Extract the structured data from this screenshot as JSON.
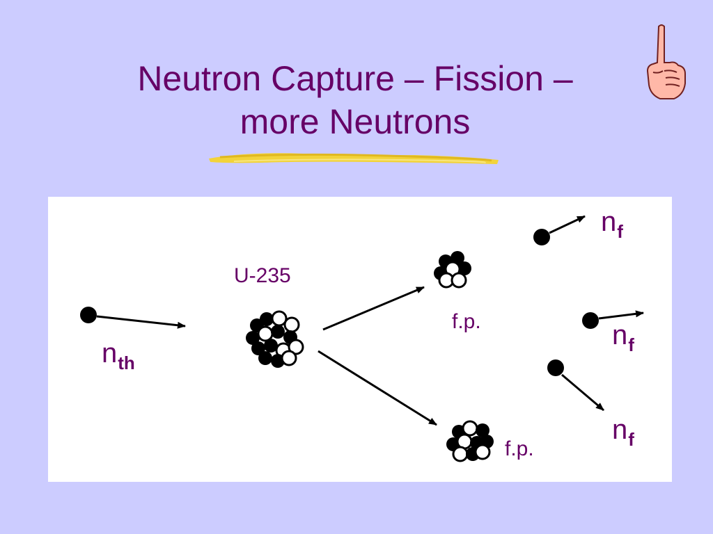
{
  "slide": {
    "title_line1": "Neutron Capture – Fission –",
    "title_line2": "more Neutrons"
  },
  "diagram": {
    "incoming_neutron": {
      "symbol": "n",
      "subscript": "th"
    },
    "target_nucleus": "U-235",
    "fission_products": [
      "f.p.",
      "f.p."
    ],
    "emitted_neutrons": [
      {
        "symbol": "n",
        "subscript": "f"
      },
      {
        "symbol": "n",
        "subscript": "f"
      },
      {
        "symbol": "n",
        "subscript": "f"
      }
    ]
  },
  "colors": {
    "background": "#ccccff",
    "text": "#660066",
    "panel": "#ffffff",
    "underline": "#f2d33a"
  },
  "icons": [
    "pointing-finger-icon"
  ]
}
